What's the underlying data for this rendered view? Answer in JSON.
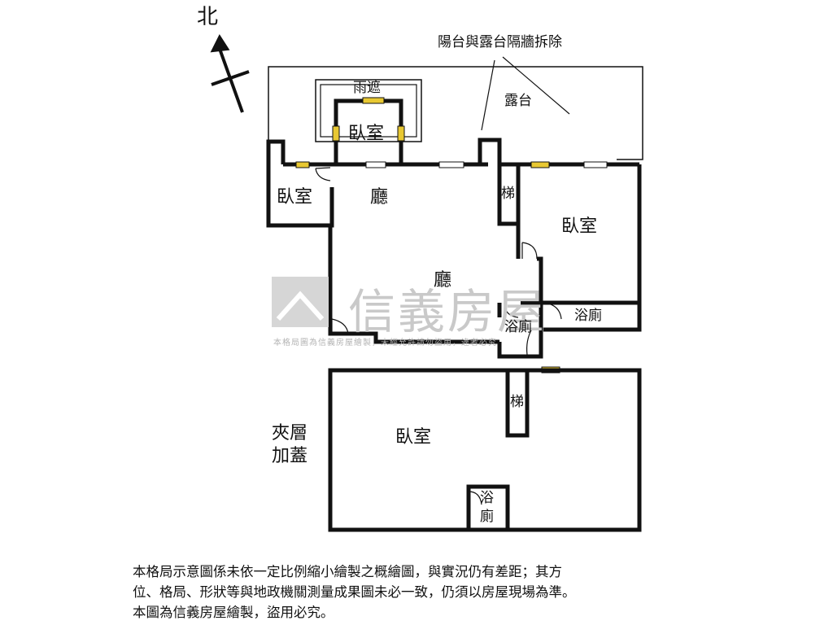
{
  "compass": {
    "label": "北"
  },
  "notes": {
    "demolished_wall": "陽台與露台隔牆拆除",
    "terrace": "露台",
    "canopy": "雨遮",
    "mezzanine_line1": "夾層",
    "mezzanine_line2": "加蓋"
  },
  "rooms": {
    "bedroom_north": "臥室",
    "bedroom_west": "臥室",
    "hall_upper": "廳",
    "hall_center": "廳",
    "stairs_upper": "梯",
    "bedroom_east": "臥室",
    "bath_east": "浴廁",
    "bath_center": "浴廁",
    "bedroom_mezz": "臥室",
    "stairs_mezz": "梯",
    "bath_mezz_line1": "浴",
    "bath_mezz_line2": "廁"
  },
  "watermark": {
    "brand": "信義房屋",
    "sub": "本格局圖為信義房屋繪製，未經允許請勿盜用，違者必究"
  },
  "disclaimer": {
    "line1": "本格局示意圖係未依一定比例縮小繪製之概繪圖，與實況仍有差距；其方",
    "line2": "位、格局、形狀等與地政機關測量成果圖未必一致，仍須以房屋現場為準。",
    "line3": "本圖為信義房屋繪製，盜用必究。"
  },
  "colors": {
    "wall": "#111111",
    "window": "#e8c832",
    "watermark": "#c9c9c9"
  }
}
